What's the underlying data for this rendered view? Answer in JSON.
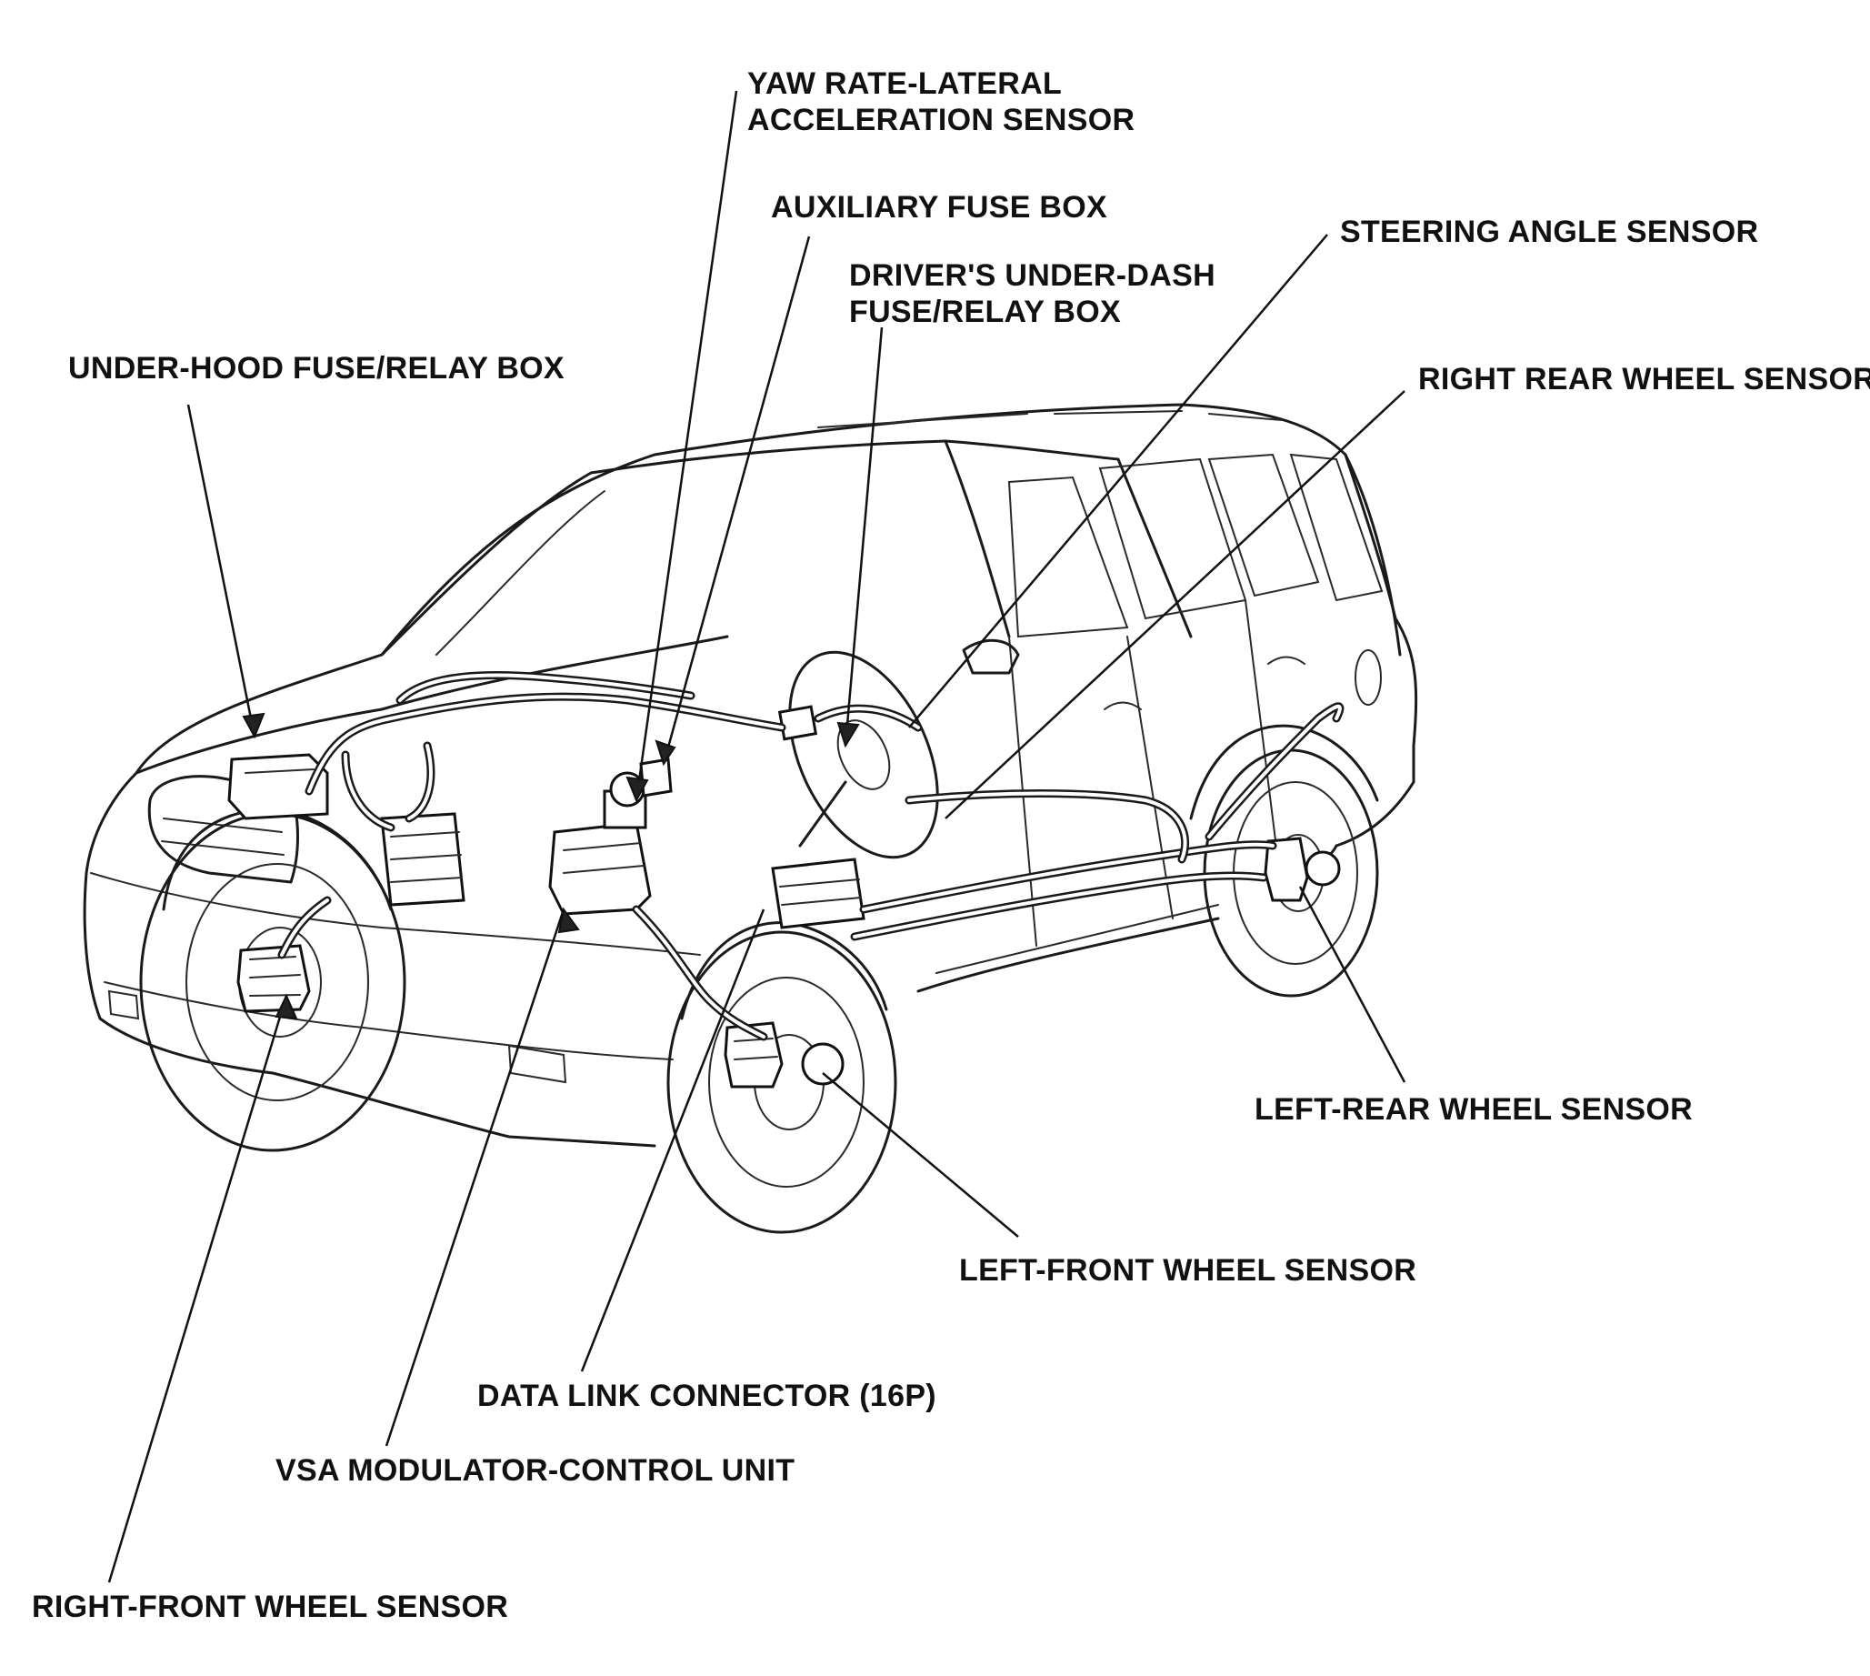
{
  "labels": {
    "yaw_rate_line1": "YAW RATE-LATERAL",
    "yaw_rate_line2": "ACCELERATION SENSOR",
    "auxiliary_fuse_box": "AUXILIARY FUSE BOX",
    "drivers_fuse_line1": "DRIVER'S UNDER-DASH",
    "drivers_fuse_line2": "FUSE/RELAY BOX",
    "steering_angle_sensor": "STEERING ANGLE SENSOR",
    "under_hood_fuse_relay_box": "UNDER-HOOD FUSE/RELAY BOX",
    "right_rear_wheel_sensor": "RIGHT REAR WHEEL SENSOR",
    "left_rear_wheel_sensor": "LEFT-REAR WHEEL SENSOR",
    "left_front_wheel_sensor": "LEFT-FRONT WHEEL SENSOR",
    "data_link_connector": "DATA LINK CONNECTOR (16P)",
    "vsa_modulator_control_unit": "VSA MODULATOR-CONTROL UNIT",
    "right_front_wheel_sensor": "RIGHT-FRONT WHEEL SENSOR"
  }
}
